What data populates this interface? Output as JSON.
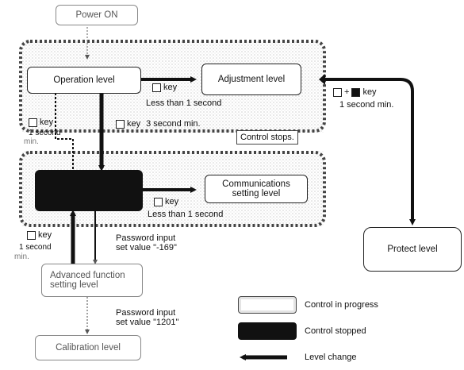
{
  "levels": {
    "power_on": "Power ON",
    "operation": "Operation level",
    "adjustment": "Adjustment level",
    "protect": "Protect level",
    "manual": "",
    "communications": "Communications setting level",
    "advanced": "Advanced function setting level",
    "calibration": "Calibration level"
  },
  "annotations": {
    "key_label": "key",
    "less_than_1s_top": "Less than 1 second",
    "less_than_1s_mid": "Less than 1 second",
    "three_second": "3 second min.",
    "control_stops": "Control stops.",
    "protect_key_plus": "+",
    "one_second_min_right": "1 second min.",
    "left_upper_line1": "1 second",
    "left_upper_line2": "min.",
    "left_lower_line1": "1 second",
    "left_lower_line2": "min.",
    "password1_line1": "Password input",
    "password1_line2": "set value \"-169\"",
    "password2_line1": "Password input",
    "password2_line2": "set value \"1201\""
  },
  "legend": {
    "control_in_progress": "Control in progress",
    "control_stopped": "Control stopped",
    "level_change": "Level change"
  },
  "colors": {
    "line": "#111111",
    "dotted_border": "#444444",
    "dark_fill": "#111111",
    "stipple": "#cfcfcf"
  }
}
